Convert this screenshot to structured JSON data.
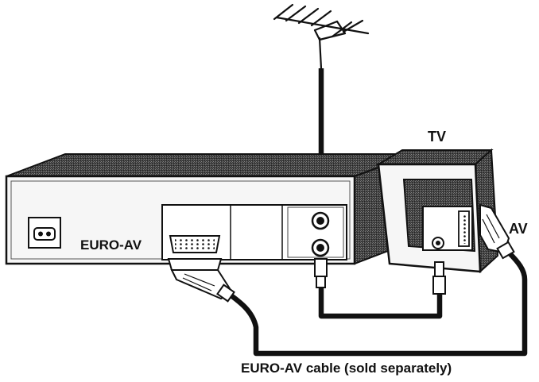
{
  "labels": {
    "euro_av": "EURO-AV",
    "tv": "TV",
    "av": "AV",
    "cable": "EURO-AV cable (sold separately)"
  },
  "colors": {
    "ink": "#111111",
    "cable": "#1a1a1a",
    "shade": "#555555",
    "panel": "#f6f6f6",
    "background": "#ffffff"
  },
  "icons": {
    "antenna": "antenna-icon",
    "power_socket": "power-socket-icon"
  }
}
